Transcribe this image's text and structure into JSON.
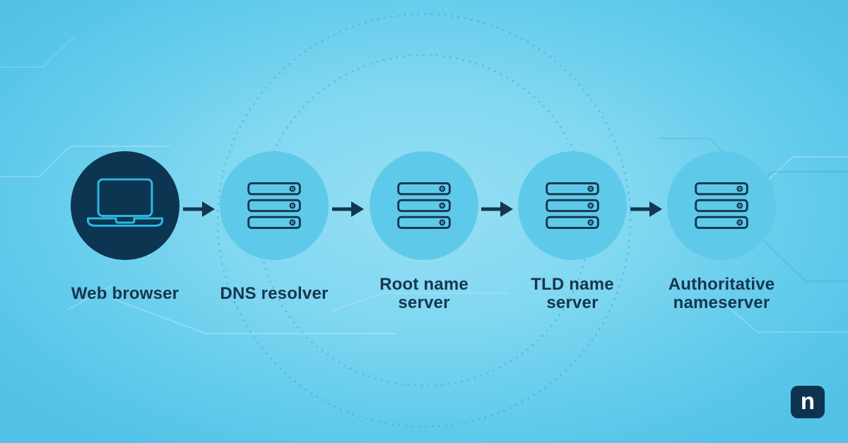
{
  "title": "DNS resolution flow diagram",
  "palette": {
    "background_center": "#96dff4",
    "background_edge": "#52c2e7",
    "node_fill_light": "#5fc9e9",
    "node_fill_dark": "#0c3551",
    "icon_stroke_dark": "#14364f",
    "icon_stroke_cyan": "#2fb9e2",
    "text": "#16364f",
    "dotted_ring": "#2ba9d5",
    "logo_background": "#0e3350",
    "logo_letter_color": "#ffffff"
  },
  "nodes": [
    {
      "id": "web-browser",
      "icon": "laptop-icon",
      "circle_style": "dark",
      "lines": [
        "Web browser"
      ]
    },
    {
      "id": "dns-resolver",
      "icon": "server-icon",
      "circle_style": "light",
      "lines": [
        "DNS resolver"
      ]
    },
    {
      "id": "root-name-server",
      "icon": "server-icon",
      "circle_style": "light",
      "lines": [
        "Root name",
        "server"
      ]
    },
    {
      "id": "tld-name-server",
      "icon": "server-icon",
      "circle_style": "light",
      "lines": [
        "TLD name",
        "server"
      ]
    },
    {
      "id": "authoritative-nameserver",
      "icon": "server-icon",
      "circle_style": "light",
      "lines": [
        "Authoritative",
        "nameserver"
      ]
    }
  ],
  "arrows": {
    "count": 4,
    "direction": "right"
  },
  "decorations": {
    "dotted_rings": 2,
    "circuit_traces": true
  },
  "logo": {
    "letter": "n"
  }
}
